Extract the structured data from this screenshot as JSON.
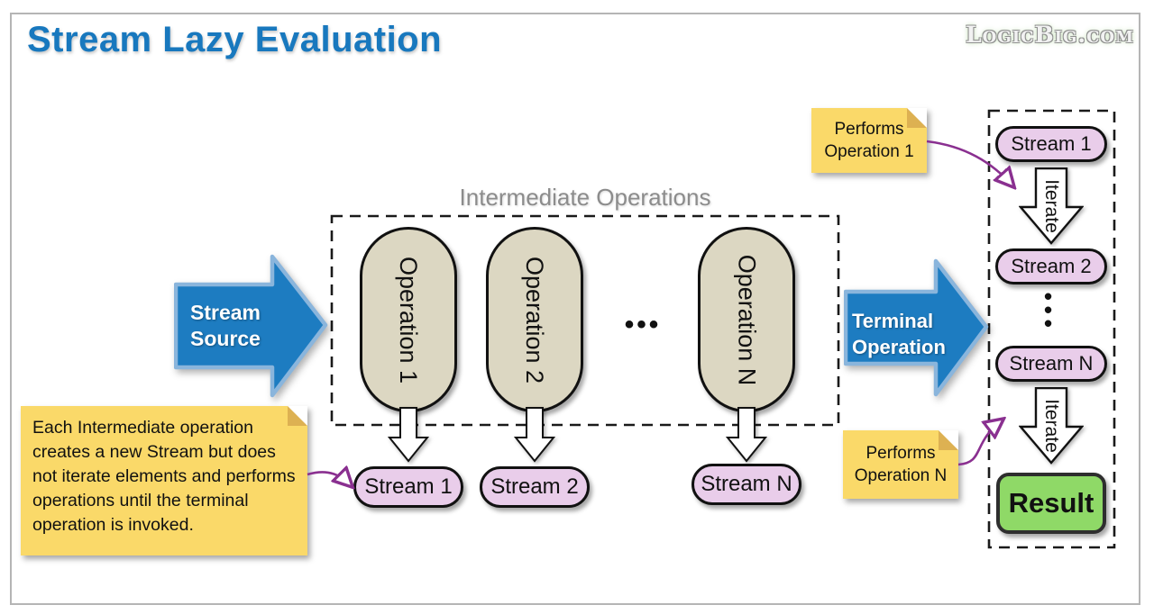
{
  "title": "Stream Lazy Evaluation",
  "logo": "LogicBig.com",
  "source_arrow": {
    "line1": "Stream",
    "line2": "Source"
  },
  "terminal_arrow": {
    "line1": "Terminal",
    "line2": "Operation"
  },
  "intermediate": {
    "label": "Intermediate Operations",
    "operations": [
      "Operation 1",
      "Operation 2",
      "Operation N"
    ],
    "ellipsis": "•••",
    "streams": [
      "Stream 1",
      "Stream 2",
      "Stream N"
    ]
  },
  "result_column": {
    "streams": [
      "Stream 1",
      "Stream 2",
      "Stream N"
    ],
    "iterate_label": "Iterate",
    "ellipsis": "•••",
    "result": "Result"
  },
  "notes": {
    "left": "Each Intermediate operation creates a new Stream but does not iterate elements and performs operations until the terminal operation is invoked.",
    "performs1": {
      "line1": "Performs",
      "line2": "Operation 1"
    },
    "performsN": {
      "line1": "Performs",
      "line2": "Operation N"
    }
  },
  "colors": {
    "title_blue": "#1878be",
    "block_arrow_fill": "#1d7cc1",
    "block_arrow_border": "#8ab5dc",
    "operation_fill": "#dcd7c2",
    "stream_fill": "#e9cdea",
    "result_fill": "#8fd967",
    "note_fill": "#fad969",
    "connector_purple": "#8a3090"
  }
}
